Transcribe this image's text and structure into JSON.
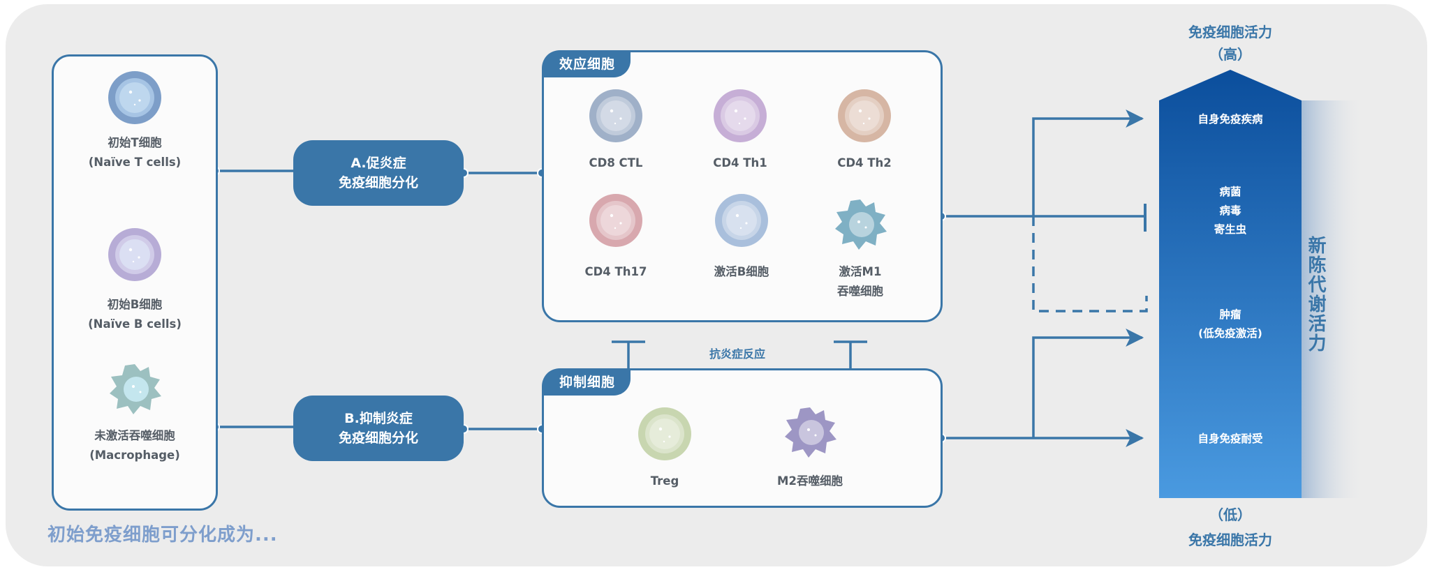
{
  "caption": "初始免疫细胞可分化成为...",
  "naive_cells": [
    {
      "name": "初始T细胞",
      "sub": "(Naïve T cells)",
      "icon": "naive-t-cell-icon"
    },
    {
      "name": "初始B细胞",
      "sub": "(Naïve B cells)",
      "icon": "naive-b-cell-icon"
    },
    {
      "name": "未激活吞噬细胞",
      "sub": "(Macrophage)",
      "icon": "macrophage-icon"
    }
  ],
  "pathways": {
    "a": {
      "line1": "A.促炎症",
      "line2": "免疫细胞分化"
    },
    "b": {
      "line1": "B.抑制炎症",
      "line2": "免疫细胞分化"
    }
  },
  "effector": {
    "title": "效应细胞",
    "cells": [
      {
        "label": "CD8 CTL",
        "label2": "",
        "color": "#9fb0c8",
        "icon": "cd8-ctl-cell-icon"
      },
      {
        "label": "CD4 Th1",
        "label2": "",
        "color": "#c6aed6",
        "icon": "cd4-th1-cell-icon"
      },
      {
        "label": "CD4 Th2",
        "label2": "",
        "color": "#d6b6a4",
        "icon": "cd4-th2-cell-icon"
      },
      {
        "label": "CD4 Th17",
        "label2": "",
        "color": "#d8a8ae",
        "icon": "cd4-th17-cell-icon"
      },
      {
        "label": "激活B细胞",
        "label2": "",
        "color": "#a9bfdc",
        "icon": "activated-b-cell-icon"
      },
      {
        "label": "激活M1",
        "label2": "吞噬细胞",
        "color": "#7fb0c4",
        "icon": "m1-macrophage-icon"
      }
    ]
  },
  "suppressor": {
    "title": "抑制细胞",
    "cells": [
      {
        "label": "Treg",
        "color": "#c8d6b0",
        "icon": "treg-cell-icon"
      },
      {
        "label": "M2吞噬细胞",
        "color": "#9d96c4",
        "icon": "m2-macrophage-icon"
      }
    ]
  },
  "anti_inflammatory": "抗炎症反应",
  "scale": {
    "top_title": "免疫细胞活力",
    "top_level": "（高）",
    "bottom_level": "（低）",
    "bottom_title": "免疫细胞活力",
    "side_label": "新陈代谢活力",
    "segments": [
      {
        "lines": [
          "自身免疫疾病"
        ]
      },
      {
        "lines": [
          "病菌",
          "病毒",
          "寄生虫"
        ]
      },
      {
        "lines": [
          "肿瘤",
          "(低免疫激活)"
        ]
      },
      {
        "lines": [
          "自身免疫耐受"
        ]
      }
    ]
  },
  "colors": {
    "accent": "#3a76a8",
    "column_top": "#0b4e9c",
    "column_bottom": "#4a9ae0",
    "caption": "#7e9ecc",
    "background": "#ececec"
  }
}
